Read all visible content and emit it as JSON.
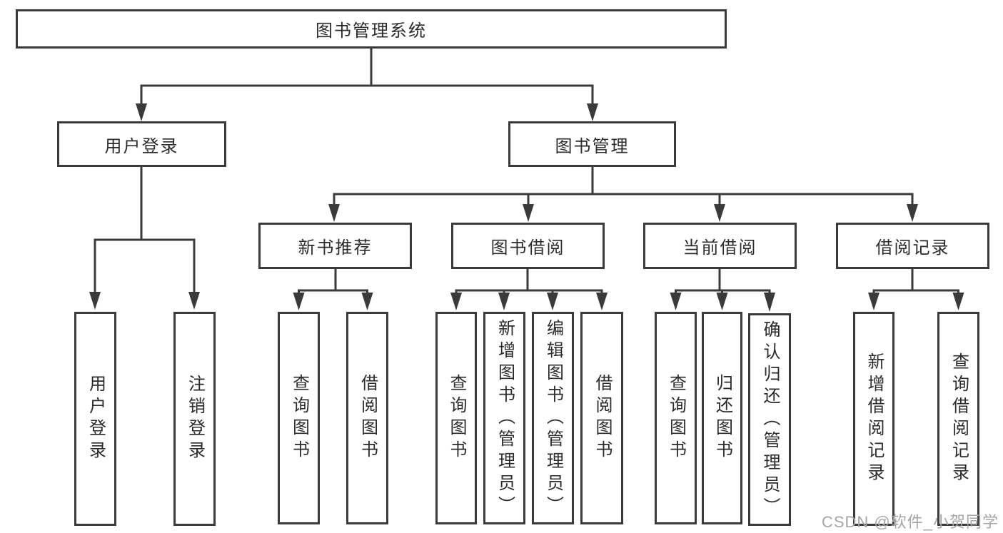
{
  "root": {
    "label": "图书管理系统"
  },
  "level2": {
    "user_login": "用户登录",
    "book_mgmt": "图书管理"
  },
  "level3": {
    "new_books": "新书推荐",
    "book_borrow": "图书借阅",
    "current_borrow": "当前借阅",
    "borrow_records": "借阅记录"
  },
  "leaves": {
    "user_login": [
      "用户登录",
      "注销登录"
    ],
    "new_books": [
      "查询图书",
      "借阅图书"
    ],
    "book_borrow": [
      "查询图书",
      "新增图书（管理员）",
      "编辑图书（管理员）",
      "借阅图书"
    ],
    "current_borrow": [
      "查询图书",
      "归还图书",
      "确认归还（管理员）"
    ],
    "borrow_records": [
      "新增借阅记录",
      "查询借阅记录"
    ]
  },
  "watermark": "CSDN @软件_小贺同学",
  "colors": {
    "line": "#3a3a3a",
    "text": "#2b2b2b",
    "box_background": "#ffffff",
    "page_background": "#ffffff",
    "watermark": "#a6a6a6"
  }
}
